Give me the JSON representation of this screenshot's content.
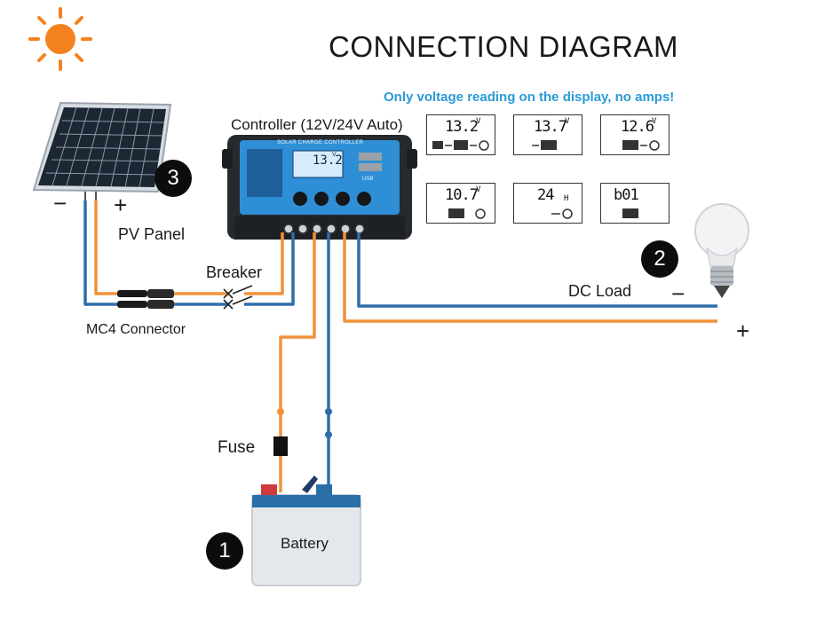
{
  "title": "CONNECTION DIAGRAM",
  "note": "Only voltage reading on the display, no amps!",
  "labels": {
    "controller": "Controller (12V/24V Auto)",
    "pv_panel": "PV Panel",
    "breaker": "Breaker",
    "mc4": "MC4 Connector",
    "dc_load": "DC Load",
    "fuse": "Fuse",
    "battery": "Battery",
    "pv_minus": "−",
    "pv_plus": "+",
    "load_minus": "−",
    "load_plus": "+"
  },
  "steps": {
    "battery": "1",
    "load": "2",
    "pv": "3"
  },
  "controller_panel": {
    "header": "SOLAR CHARGE CONTROLLER",
    "screen_value": "13.2",
    "screen_unit": "V",
    "usb": "USB"
  },
  "displays": [
    {
      "value": "13.2",
      "unit": "V"
    },
    {
      "value": "13.7",
      "unit": "V"
    },
    {
      "value": "12.6",
      "unit": "V"
    },
    {
      "value": "10.7",
      "unit": "V"
    },
    {
      "value": "24",
      "unit": "H"
    },
    {
      "value": "b01",
      "unit": ""
    }
  ],
  "colors": {
    "positive_wire": "#f0923a",
    "negative_wire": "#2e6fa8",
    "note_text": "#2a9ad6",
    "sun": "#f4821f"
  }
}
